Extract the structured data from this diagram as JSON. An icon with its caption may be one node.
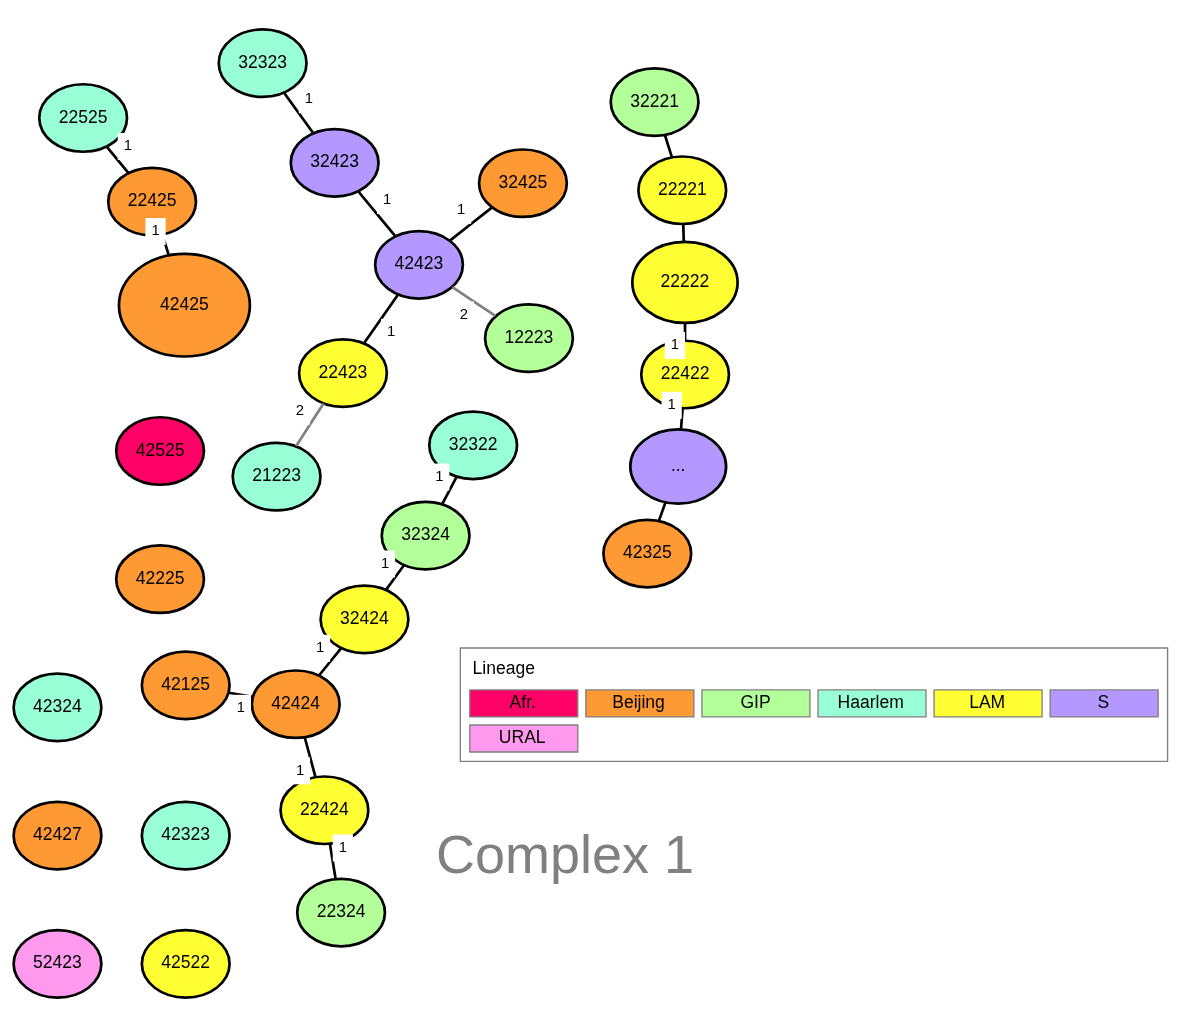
{
  "diagram": {
    "nodes": [
      {
        "text": [
          "22324"
        ]
      },
      {
        "text": [
          "22525"
        ]
      },
      {
        "text": [
          "22424"
        ]
      },
      {
        "text": [
          "32323"
        ]
      },
      {
        "text": [
          "22425"
        ]
      },
      {
        "text": [
          "32423"
        ]
      },
      {
        "text": [
          "42323"
        ]
      },
      {
        "text": [
          "42525"
        ]
      },
      {
        "text": [
          "42225"
        ]
      },
      {
        "text": [
          "42424"
        ]
      },
      {
        "text": [
          "32424"
        ]
      },
      {
        "text": [
          "32324"
        ]
      },
      {
        "text": [
          "32322"
        ]
      },
      {
        "text": [
          "42125"
        ]
      },
      {
        "text": [
          "12223"
        ]
      },
      {
        "text": [
          "42423"
        ]
      },
      {
        "text": [
          "32425"
        ]
      },
      {
        "text": [
          "42425"
        ]
      },
      {
        "text": [
          "42324"
        ]
      },
      {
        "text": [
          "42427"
        ]
      },
      {
        "text": [
          "22423"
        ]
      },
      {
        "text": [
          "52423"
        ]
      },
      {
        "text": [
          "42325"
        ]
      },
      {
        "text": [
          "21223"
        ]
      },
      {
        "text": [
          "..."
        ]
      },
      {
        "text": [
          "42522"
        ]
      },
      {
        "text": [
          "22422"
        ]
      },
      {
        "text": [
          "22222"
        ]
      },
      {
        "text": [
          "22221"
        ]
      },
      {
        "text": [
          "32221"
        ]
      }
    ],
    "edges": [
      {
        "from": 3,
        "to": 5,
        "arrow": "none",
        "label": "1"
      },
      {
        "from": 5,
        "to": 15,
        "arrow": "none",
        "label": "1"
      },
      {
        "from": 14,
        "to": 15,
        "arrow": "none",
        "label": "2",
        "color": "#808080"
      },
      {
        "from": 20,
        "to": 15,
        "arrow": "none",
        "label": "1"
      },
      {
        "from": 23,
        "to": 20,
        "arrow": "none",
        "label": "2",
        "color": "#808080"
      },
      {
        "from": 15,
        "to": 16,
        "arrow": "none",
        "label": "1"
      },
      {
        "from": 1,
        "to": 4,
        "arrow": "none",
        "label": "1"
      },
      {
        "from": 4,
        "to": 17,
        "arrow": "none",
        "label": "1"
      },
      {
        "from": 9,
        "to": 13,
        "arrow": "none",
        "label": "1"
      },
      {
        "from": 9,
        "to": 2,
        "arrow": "none",
        "label": "1"
      },
      {
        "from": 2,
        "to": 0,
        "arrow": "none",
        "label": "1"
      },
      {
        "from": 9,
        "to": 10,
        "arrow": "none",
        "label": "1"
      },
      {
        "from": 10,
        "to": 11,
        "arrow": "none",
        "label": "1"
      },
      {
        "from": 11,
        "to": 12,
        "arrow": "none",
        "label": "1"
      },
      {
        "from": 22,
        "to": 24,
        "arrow": "none"
      },
      {
        "from": 24,
        "to": 26,
        "arrow": "none",
        "label": "1"
      },
      {
        "from": 26,
        "to": 27,
        "arrow": "none",
        "label": "1"
      },
      {
        "from": 27,
        "to": 28,
        "arrow": "none"
      },
      {
        "from": 28,
        "to": 29,
        "arrow": "none"
      }
    ],
    "labels": [
      "Complex 1",
      "Lineage"
    ],
    "legend": [
      {
        "text": "Afr.",
        "color": "#ff0066"
      },
      {
        "text": "Beijing",
        "color": "#ff9933"
      },
      {
        "text": "GIP",
        "color": "#b3ff99"
      },
      {
        "text": "Haarlem",
        "color": "#99ffd6"
      },
      {
        "text": "LAM",
        "color": "#ffff33"
      },
      {
        "text": "S",
        "color": "#b399ff"
      },
      {
        "text": "URAL",
        "color": "#ff99ee"
      }
    ]
  }
}
